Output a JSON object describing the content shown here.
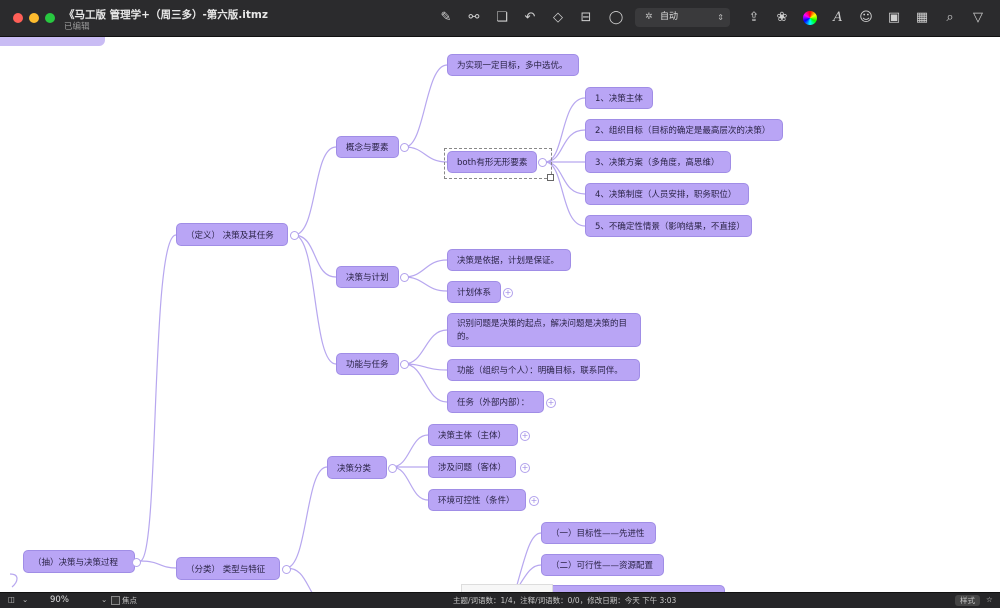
{
  "window": {
    "title": "《马工版 管理学+（周三多）-第六版.itmz",
    "subtitle": "已编辑"
  },
  "toolbar": {
    "style_select": "自动",
    "icons": [
      "note-pen-icon",
      "link-icon",
      "group-icon",
      "undo-arrow-icon",
      "boundary-icon",
      "split-icon",
      "comment-icon",
      "share-icon",
      "palette-icon",
      "color-wheel-icon",
      "font-icon",
      "emoji-icon",
      "image-icon",
      "table-icon",
      "search-icon",
      "filter-icon"
    ]
  },
  "mindmap": {
    "root": "（抽）决策与决策过程",
    "definition": "（定义） 决策及其任务",
    "concept": "概念与要素",
    "concept_child1": "为实现一定目标，多中选优。",
    "both": "both有形无形要素",
    "elements": [
      "1、决策主体",
      "2、组织目标（目标的确定是最高层次的决策）",
      "3、决策方案（多角度，高思维）",
      "4、决策制度（人员安排，职务职位）",
      "5、不确定性情景（影响结果，不直接）"
    ],
    "plan": "决策与计划",
    "plan_children": [
      "决策是依据，计划是保证。",
      "计划体系"
    ],
    "function": "功能与任务",
    "function_children": [
      "识别问题是决策的起点，解决问题是决策的目的。",
      "功能（组织与个人）：明确目标，联系同伴。",
      "任务（外部内部）："
    ],
    "classification": "（分类） 类型与特征",
    "decision_class": "决策分类",
    "decision_class_children": [
      "决策主体（主体）",
      "涉及问题（客体）",
      "环境可控性（条件）"
    ],
    "features": [
      "（一）目标性——先进性",
      "（二）可行性——资源配置"
    ]
  },
  "statusbar": {
    "zoom": "90%",
    "focus": "焦点",
    "stats": "主题/词语数：1/4，注释/词语数：0/0，修改日期：今天 下午 3:03",
    "style_btn": "样式"
  }
}
